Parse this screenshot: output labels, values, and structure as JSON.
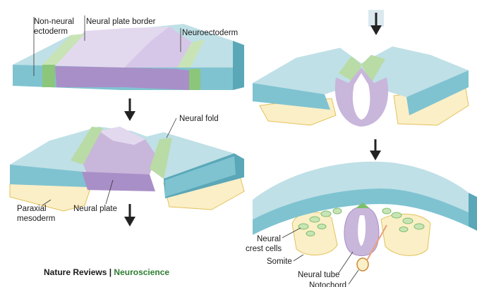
{
  "labels": {
    "non_neural_line1": "Non-neural",
    "non_neural_line2": "ectoderm",
    "neural_plate_border": "Neural plate border",
    "neuroectoderm": "Neuroectoderm",
    "neural_fold": "Neural fold",
    "paraxial_line1": "Paraxial",
    "paraxial_line2": "mesoderm",
    "neural_plate": "Neural plate",
    "neural_crest_line1": "Neural",
    "neural_crest_line2": "crest cells",
    "somite": "Somite",
    "neural_tube": "Neural tube",
    "notochord": "Notochord"
  },
  "credit": {
    "journal": "Nature Reviews",
    "separator": " | ",
    "section": "Neuroscience"
  },
  "colors": {
    "ectoderm_top": "#bfe0e6",
    "ectoderm_side": "#7fc3d1",
    "neural_plate": "#c9b6db",
    "neural_plate_dark": "#a98fc7",
    "border_green": "#b9dba5",
    "border_green_side": "#7cbf6a",
    "mesoderm": "#fbefc7",
    "mesoderm_edge": "#e3c25a",
    "credit_green": "#2e7d32"
  }
}
